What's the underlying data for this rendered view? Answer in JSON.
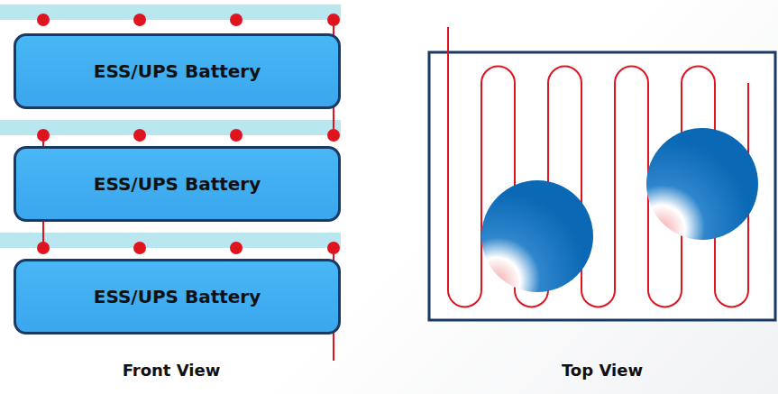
{
  "diagram": {
    "nodes": [
      {
        "text": [
          "ESS/UPS Battery"
        ]
      },
      {
        "text": [
          "ESS/UPS Battery"
        ]
      },
      {
        "text": [
          "ESS/UPS Battery"
        ]
      }
    ],
    "labels": [
      "Front View",
      "Top View"
    ]
  }
}
